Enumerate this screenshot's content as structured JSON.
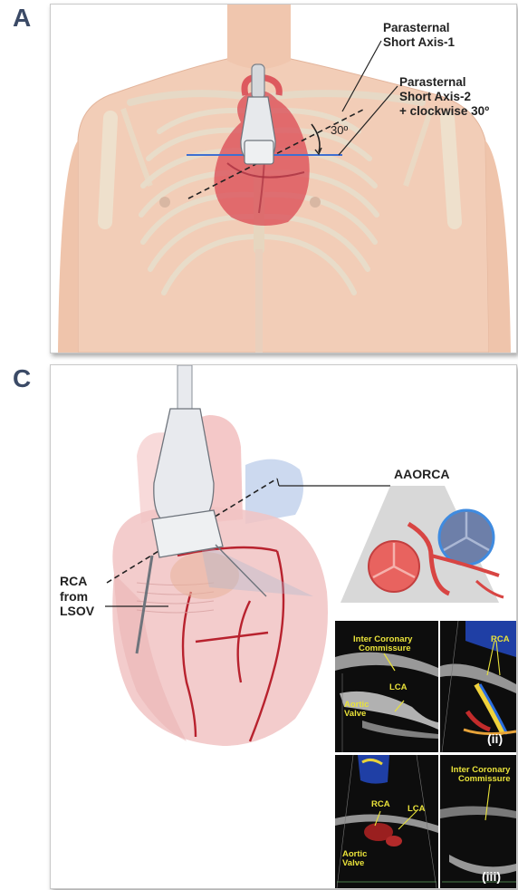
{
  "panel_a": {
    "letter": "A",
    "label_psa1": [
      "Parasternal",
      "Short Axis-1"
    ],
    "label_psa2": [
      "Parasternal",
      "Short Axis-2",
      "+ clockwise 30º"
    ],
    "angle": "30º"
  },
  "panel_c": {
    "letter": "C",
    "label_aaorca": "AAORCA",
    "label_rca": [
      "RCA",
      "from",
      "LSOV"
    ],
    "echo_1": {
      "labels": [
        "Inter Coronary",
        "Commissure",
        "Aortic",
        "Valve",
        "LCA"
      ]
    },
    "echo_2": {
      "labels": [
        "RCA"
      ],
      "roman": "(ii)"
    },
    "echo_3": {
      "labels": [
        "RCA",
        "LCA",
        "Aortic",
        "Valve"
      ]
    },
    "echo_4": {
      "labels": [
        "Inter Coronary",
        "Commissure"
      ],
      "roman": "(iii)"
    }
  },
  "colors": {
    "panel_letter": "#3b4a66",
    "skin": "#eec3ac",
    "heart": "#d9444f",
    "scan_line": "#3f6fd1",
    "echo_label": "#e9e23a"
  }
}
